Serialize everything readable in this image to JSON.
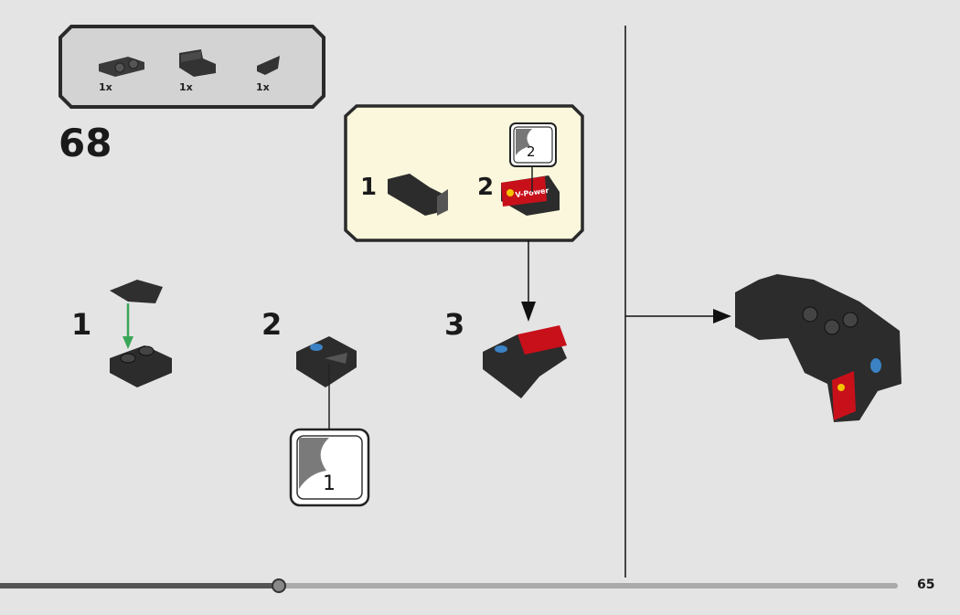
{
  "parts_list": {
    "items": [
      {
        "part": "bracket-plate-1x2-icon",
        "quantity": "1x"
      },
      {
        "part": "panel-1x2-icon",
        "quantity": "1x"
      },
      {
        "part": "wedge-plate-icon",
        "quantity": "1x"
      }
    ]
  },
  "step_number": "68",
  "sub_steps": [
    "1",
    "2",
    "3"
  ],
  "callout": {
    "sub_steps": [
      "1",
      "2"
    ],
    "sticker_number": "2",
    "sticker_text": "V-Power"
  },
  "sticker_callout": {
    "sticker_number": "1"
  },
  "page_number": "65",
  "progress": {
    "fraction": 0.29
  },
  "colors": {
    "background": "#e4e4e4",
    "callout_bg": "#faf7dc",
    "arrow": "#3aa657",
    "sticker_red": "#c8101a"
  }
}
